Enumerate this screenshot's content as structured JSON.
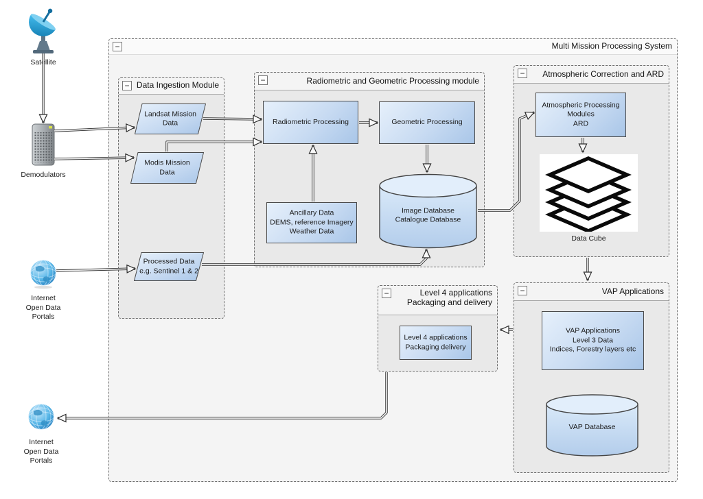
{
  "diagram": {
    "title": "Multi Mission Processing System",
    "collapse_glyph": "−"
  },
  "modules": {
    "data_ingestion": {
      "title": "Data Ingestion Module"
    },
    "radiometric_geometric": {
      "title": "Radiometric and Geometric Processing module"
    },
    "atmospheric": {
      "title": "Atmospheric Correction and ARD"
    },
    "level4": {
      "title": "Level 4 applications\nPackaging and delivery"
    },
    "vap": {
      "title": "VAP Applications"
    }
  },
  "nodes": {
    "landsat": {
      "label": "Landsat Mission\nData"
    },
    "modis": {
      "label": "Modis Mission\nData"
    },
    "processed": {
      "label": "Processed Data\ne.g. Sentinel 1 & 2"
    },
    "radiometric_processing": {
      "label": "Radiometric Processing"
    },
    "geometric_processing": {
      "label": "Geometric Processing"
    },
    "ancillary": {
      "label": "Ancillary Data\nDEMS, reference Imagery\nWeather Data"
    },
    "image_database": {
      "label": "Image Database\nCatalogue Database"
    },
    "atmospheric_modules": {
      "label": "Atmospheric Processing\nModules\nARD"
    },
    "data_cube": {
      "label": "Data Cube"
    },
    "vap_applications": {
      "label": "VAP Applications\nLevel 3 Data\nIndices, Forestry layers etc"
    },
    "vap_database": {
      "label": "VAP Database"
    },
    "level4_packaging": {
      "label": "Level 4 applications\nPackaging delivery"
    }
  },
  "externals": {
    "satellite": {
      "label": "Satellite"
    },
    "demodulators": {
      "label": "Demodulators"
    },
    "internet_top": {
      "label": "Internet\nOpen Data Portals"
    },
    "internet_bottom": {
      "label": "Internet\nOpen Data Portals"
    }
  },
  "colors": {
    "node_fill": "#bcd3ee",
    "node_border": "#4a4a4a",
    "inner_module_bg": "#e9e9e9",
    "outer_module_bg": "#f4f4f4",
    "arrow": "#2c2c2c",
    "globe_blue": "#2e9fd8",
    "dish_blue": "#1e9ad2",
    "server_gray": "#9aa0a4"
  }
}
